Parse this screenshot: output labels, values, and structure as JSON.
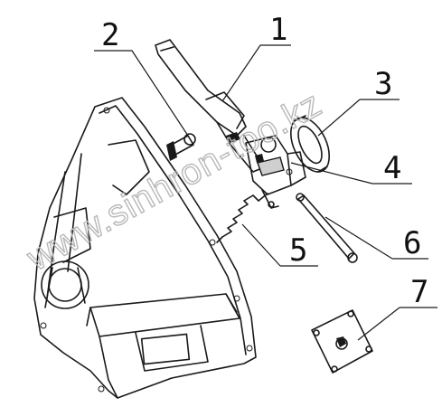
{
  "callouts": [
    {
      "id": "1",
      "label": "1"
    },
    {
      "id": "2",
      "label": "2"
    },
    {
      "id": "3",
      "label": "3"
    },
    {
      "id": "4",
      "label": "4"
    },
    {
      "id": "5",
      "label": "5"
    },
    {
      "id": "6",
      "label": "6"
    },
    {
      "id": "7",
      "label": "7"
    }
  ],
  "watermark": {
    "text": "www.sinhron-too.kz"
  },
  "colors": {
    "line": "#1a1a1a",
    "background": "#ffffff",
    "watermark": "#b8b8b8"
  }
}
